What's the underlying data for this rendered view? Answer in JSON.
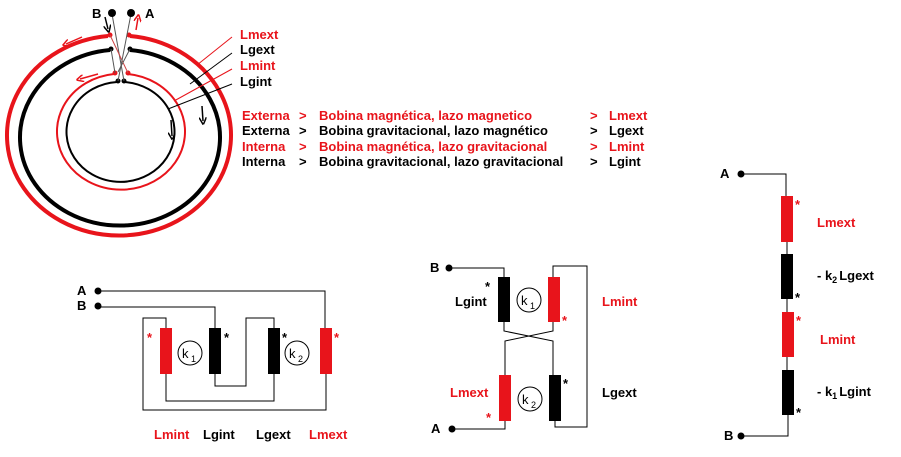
{
  "colors": {
    "magnetic": "#e8141b",
    "gravitational": "#000000",
    "background": "#ffffff"
  },
  "terminals": {
    "a": "A",
    "b": "B"
  },
  "rings": {
    "labels": [
      "Lmext",
      "Lgext",
      "Lmint",
      "Lgint"
    ]
  },
  "legend": {
    "rows": [
      {
        "position": "Externa",
        "sep": ">",
        "description": "Bobina magnética, lazo magnetico",
        "arrow": ">",
        "symbol": "Lmext",
        "color": "red"
      },
      {
        "position": "Externa",
        "sep": ">",
        "description": "Bobina gravitacional, lazo magnético",
        "arrow": ">",
        "symbol": "Lgext",
        "color": "black"
      },
      {
        "position": "Interna",
        "sep": ">",
        "description": "Bobina magnética, lazo gravitacional",
        "arrow": ">",
        "symbol": "Lmint",
        "color": "red"
      },
      {
        "position": "Interna",
        "sep": ">",
        "description": "Bobina gravitacional, lazo gravitacional",
        "arrow": ">",
        "symbol": "Lgint",
        "color": "black"
      }
    ]
  },
  "circuit1": {
    "labels": [
      "Lmint",
      "Lgint",
      "Lgext",
      "Lmext"
    ],
    "couplings": [
      {
        "k": "k",
        "sub": "1"
      },
      {
        "k": "k",
        "sub": "2"
      }
    ],
    "dot": "*"
  },
  "circuit2": {
    "labels": {
      "lgint": "Lgint",
      "lmint": "Lmint",
      "lmext": "Lmext",
      "lgext": "Lgext"
    },
    "couplings": [
      {
        "k": "k",
        "sub": "1"
      },
      {
        "k": "k",
        "sub": "2"
      }
    ],
    "dot": "*"
  },
  "circuit3": {
    "labels": {
      "lmext": "Lmext",
      "lgext_prefix": "- k",
      "lgext_sub": "2",
      "lgext": "Lgext",
      "lmint": "Lmint",
      "lgint_prefix": "- k",
      "lgint_sub": "1",
      "lgint": "Lgint"
    },
    "dot": "*"
  }
}
